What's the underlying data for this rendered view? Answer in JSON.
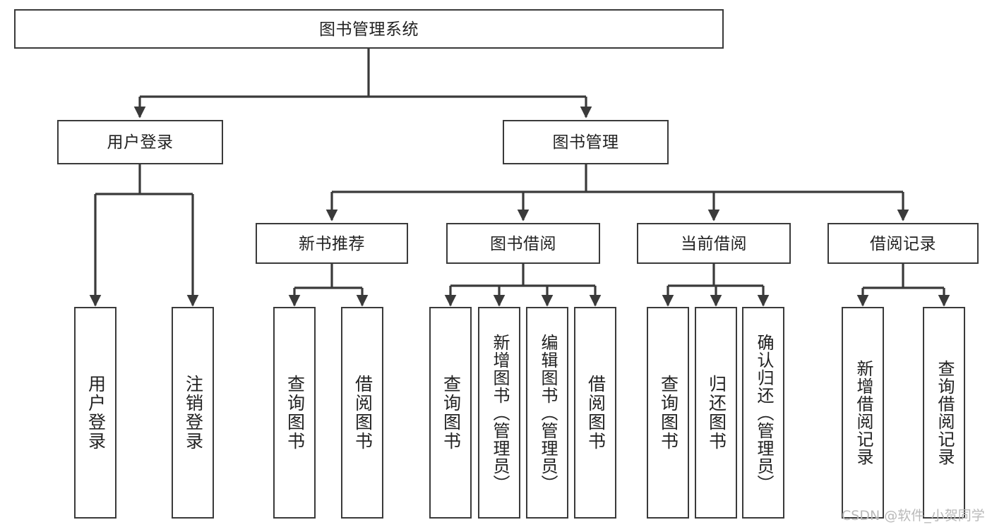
{
  "diagram": {
    "type": "hierarchy-tree",
    "title": "图书管理系统",
    "watermark": "CSDN @软件_小贺同学",
    "edge_color": "#3a3a3a",
    "box_border_color": "#3a3a3a",
    "box_fill_color": "#ffffff",
    "nodes": {
      "root": {
        "label": "图书管理系统"
      },
      "level2": [
        {
          "id": "user-login",
          "label": "用户登录"
        },
        {
          "id": "book-management",
          "label": "图书管理"
        }
      ],
      "level3": [
        {
          "id": "new-book-recommend",
          "label": "新书推荐",
          "parent": "book-management"
        },
        {
          "id": "book-borrow",
          "label": "图书借阅",
          "parent": "book-management"
        },
        {
          "id": "current-borrow",
          "label": "当前借阅",
          "parent": "book-management"
        },
        {
          "id": "borrow-record",
          "label": "借阅记录",
          "parent": "book-management"
        }
      ],
      "leaves": [
        {
          "id": "leaf-user-login",
          "label": "用户登录",
          "parent": "user-login"
        },
        {
          "id": "leaf-logout-login",
          "label": "注销登录",
          "parent": "user-login"
        },
        {
          "id": "leaf-query-book-1",
          "label": "查询图书",
          "parent": "new-book-recommend"
        },
        {
          "id": "leaf-borrow-book-1",
          "label": "借阅图书",
          "parent": "new-book-recommend"
        },
        {
          "id": "leaf-query-book-2",
          "label": "查询图书",
          "parent": "book-borrow"
        },
        {
          "id": "leaf-add-book",
          "label": "新增图书（管理员）",
          "parent": "book-borrow"
        },
        {
          "id": "leaf-edit-book",
          "label": "编辑图书（管理员）",
          "parent": "book-borrow"
        },
        {
          "id": "leaf-borrow-book-2",
          "label": "借阅图书",
          "parent": "book-borrow"
        },
        {
          "id": "leaf-query-book-3",
          "label": "查询图书",
          "parent": "current-borrow"
        },
        {
          "id": "leaf-return-book",
          "label": "归还图书",
          "parent": "current-borrow"
        },
        {
          "id": "leaf-confirm-return",
          "label": "确认归还（管理员）",
          "parent": "current-borrow"
        },
        {
          "id": "leaf-add-record",
          "label": "新增借阅记录",
          "parent": "borrow-record"
        },
        {
          "id": "leaf-query-record",
          "label": "查询借阅记录",
          "parent": "borrow-record"
        }
      ]
    }
  }
}
